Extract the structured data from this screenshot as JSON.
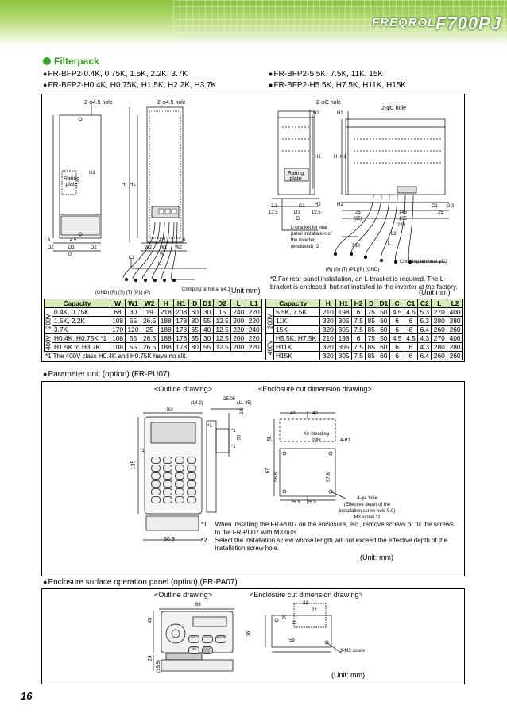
{
  "header": {
    "brand": "FREQROL",
    "model": "F700PJ"
  },
  "filterpack": {
    "title": "Filterpack",
    "left_models": [
      "FR-BFP2-0.4K, 0.75K, 1.5K, 2.2K, 3.7K",
      "FR-BFP2-H0.4K, H0.75K, H1.5K, H2.2K, H3.7K"
    ],
    "right_models": [
      "FR-BFP2-5.5K, 7.5K, 11K, 15K",
      "FR-BFP2-H5.5K, H7.5K, H11K, H15K"
    ],
    "left_labels": {
      "hole1": "2-φ4.5 hole",
      "hole2": "2-φ4.5 hole",
      "rating": "Rating\nplate",
      "terms": "(GND) (R) (S) (T) (P1) (P)",
      "crimp": "Crimping terminal φ4.3",
      "d1_6": "1.6",
      "d4_5": "4.5",
      "d5": "5",
      "D2": "D2",
      "D1": "D1",
      "D": "D",
      "W2": "W2",
      "W1": "W1",
      "W": "W",
      "L": "L",
      "L1": "L1",
      "H": "H",
      "H1": "H1"
    },
    "right_labels": {
      "hole1": "2-φC hole",
      "hole2": "2-φC hole",
      "rating": "Rating\nplate",
      "bracket": "L-bracket for rear\npanel installation of\nthe inverter\n(enclosed) *2",
      "terms": "(R) (S) (T)  (P1)(P) (GND)",
      "crimp": "Crimping terminal φC2",
      "d23a": "2.3",
      "d125a": "12.5",
      "d125b": "12.5",
      "C1": "C1",
      "D1": "D1",
      "D": "D",
      "d25": "25",
      "d25p": "(25)",
      "d145": "145",
      "d195": "195",
      "d220": "220",
      "d25r": "25",
      "d23b": "2.3",
      "L2": "L2",
      "L": "L",
      "d310": "310",
      "H2": "H2",
      "H": "H",
      "H1": "H1"
    },
    "unit_left": "(Unit mm)",
    "unit_right": "(Unit mm)",
    "note2": "*2 For rear panel installation, an L-bracket is required. The L-bracket is enclosed, but not installed to the inverter at the factory.",
    "note1": "*1  The 400V class H0.4K and H0.75K have no slit.",
    "table_left": {
      "headers": [
        "Capacity",
        "W",
        "W1",
        "W2",
        "H",
        "H1",
        "D",
        "D1",
        "D2",
        "L",
        "L1"
      ],
      "groups": [
        {
          "volt": "200V",
          "rows": [
            [
              "0.4K, 0.75K",
              "68",
              "30",
              "19",
              "218",
              "208",
              "60",
              "30",
              "15",
              "240",
              "220"
            ],
            [
              "1.5K, 2.2K",
              "108",
              "55",
              "26.5",
              "188",
              "178",
              "80",
              "55",
              "12.5",
              "200",
              "220"
            ],
            [
              "3.7K",
              "170",
              "120",
              "25",
              "188",
              "178",
              "65",
              "40",
              "12.5",
              "220",
              "240"
            ]
          ]
        },
        {
          "volt": "400V",
          "rows": [
            [
              "H0.4K, H0.75K *1",
              "108",
              "55",
              "26.5",
              "188",
              "178",
              "55",
              "30",
              "12.5",
              "200",
              "220"
            ],
            [
              "H1.5K to H3.7K",
              "108",
              "55",
              "26.5",
              "188",
              "178",
              "80",
              "55",
              "12.5",
              "200",
              "220"
            ]
          ]
        }
      ]
    },
    "table_right": {
      "headers": [
        "Capacity",
        "H",
        "H1",
        "H2",
        "D",
        "D1",
        "C",
        "C1",
        "C2",
        "L",
        "L2"
      ],
      "groups": [
        {
          "volt": "200V",
          "rows": [
            [
              "5.5K, 7.5K",
              "210",
              "198",
              "6",
              "75",
              "50",
              "4.5",
              "4.5",
              "5.3",
              "270",
              "400"
            ],
            [
              "11K",
              "320",
              "305",
              "7.5",
              "85",
              "60",
              "6",
              "6",
              "5.3",
              "280",
              "280"
            ],
            [
              "15K",
              "320",
              "305",
              "7.5",
              "85",
              "60",
              "6",
              "6",
              "6.4",
              "260",
              "260"
            ]
          ]
        },
        {
          "volt": "400V",
          "rows": [
            [
              "H5.5K, H7.5K",
              "210",
              "198",
              "6",
              "75",
              "50",
              "4.5",
              "4.5",
              "4.3",
              "270",
              "400"
            ],
            [
              "H11K",
              "320",
              "305",
              "7.5",
              "85",
              "60",
              "6",
              "6",
              "4.3",
              "280",
              "280"
            ],
            [
              "H15K",
              "320",
              "305",
              "7.5",
              "85",
              "60",
              "6",
              "6",
              "6.4",
              "260",
              "260"
            ]
          ]
        }
      ]
    }
  },
  "pu07": {
    "title": "Parameter unit (option) (FR-PU07)",
    "outline": "<Outline drawing>",
    "cut": "<Enclosure cut dimension drawing>",
    "dims": {
      "d1405": "25.05",
      "d142": "(14.2)",
      "d1145": "(11.45)",
      "d83": "83",
      "d25": "2.5",
      "d50": "50",
      "d135": "135",
      "d803": "80.3",
      "d40a": "40",
      "d40b": "40",
      "d51": "51",
      "d67": "67",
      "d568": "56.8",
      "d578": "57.8",
      "d265a": "26.5",
      "d265b": "26.5",
      "s1a": "*1",
      "s1b": "*1",
      "s1c": "*1",
      "s1d": "*1"
    },
    "cut_labels": {
      "bleed": "Air-bleeding\nhole",
      "r1": "4-R1",
      "hole": "4-φ4 hole\n(Effective depth of the\ninstallation screw hole 5.0)\nM3 screw *2"
    },
    "notes": [
      {
        "mark": "*1",
        "text": "When installing the FR-PU07 on the enclosure, etc., remove screws or fix the screws to the FR-PU07 with M3 nuts."
      },
      {
        "mark": "*2",
        "text": "Select the installation screw whose length will not exceed the effective depth of the installation screw hole."
      }
    ],
    "unit": "(Unit: mm)"
  },
  "pa07": {
    "title": "Enclosure surface operation panel (option) (FR-PA07)",
    "outline": "<Outline drawing>",
    "cut": "<Enclosure cut dimension drawing>",
    "dims": {
      "d68": "68",
      "d45": "45",
      "d24": "24",
      "d155": "(15.5)",
      "d22a": "22",
      "d22b": "22",
      "d20": "20",
      "d11": "11",
      "d36": "36",
      "d59": "59"
    },
    "screw": "2-M3 screw",
    "keys": [
      "REV",
      "FWD",
      "MODE",
      "SET",
      "STOP\nRESET"
    ],
    "unit": "(Unit: mm)"
  },
  "page_number": "16",
  "colors": {
    "accent": "#3aa52a",
    "header_fill": "#d8ecb8"
  }
}
